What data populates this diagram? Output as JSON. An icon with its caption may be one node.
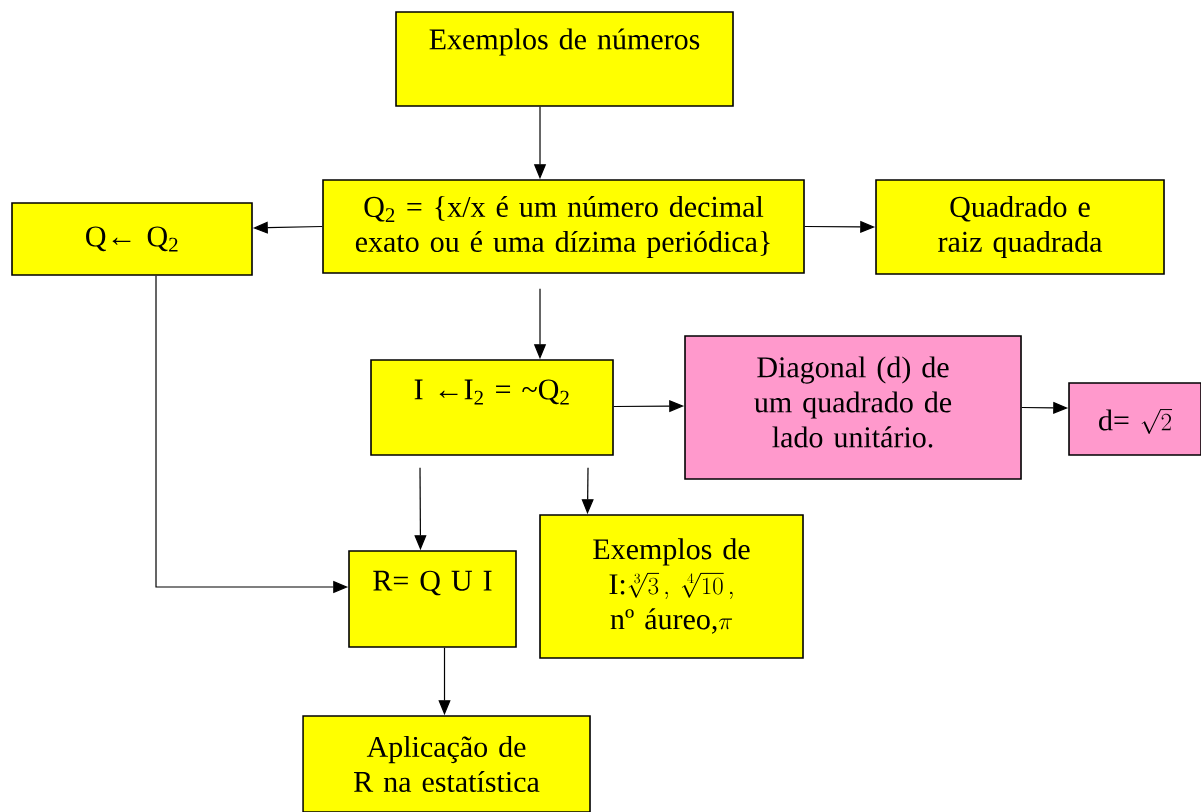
{
  "diagram": {
    "nodes": [
      {
        "text": [
          "Exemplos de números"
        ]
      },
      {
        "text": [
          "Q$_{2}$ = {x/x é um número decimal exato ou é uma dízima periódica}"
        ]
      },
      {
        "text": [
          "Q← Q$_{2}$"
        ]
      },
      {
        "text": [
          "Quadrado e raiz quadrada"
        ]
      },
      {
        "text": [
          "I ←I$_{2}$ = ~Q$_{2}$"
        ]
      },
      {
        "text": [
          "Diagonal (d) de um quadrado de lado unitário."
        ]
      },
      {
        "text": [
          "d=",
          "\\sqrt{2}"
        ]
      },
      {
        "text": [
          "R= Q U I"
        ]
      },
      {
        "text": [
          "Exemplos de",
          "I:",
          "\\sqrt[3]{3}\\,,",
          "\\sqrt[4]{10}\\,,",
          "nº áureo,",
          "\\pi"
        ]
      },
      {
        "text": [
          "Aplicação de R na estatística"
        ]
      }
    ],
    "edges": [
      {
        "from": 0,
        "to": 1,
        "arrow": "to"
      },
      {
        "from": 1,
        "to": 2,
        "arrow": "to"
      },
      {
        "from": 1,
        "to": 3,
        "arrow": "to"
      },
      {
        "from": 1,
        "to": 4,
        "arrow": "to"
      },
      {
        "from": 4,
        "to": 5,
        "arrow": "to"
      },
      {
        "from": 5,
        "to": 6,
        "arrow": "to"
      },
      {
        "from": 4,
        "to": 7,
        "arrow": "to"
      },
      {
        "from": 4,
        "to": 8,
        "arrow": "to"
      },
      {
        "from": 2,
        "to": 7,
        "arrow": "to"
      },
      {
        "from": 7,
        "to": 9,
        "arrow": "to"
      }
    ]
  }
}
